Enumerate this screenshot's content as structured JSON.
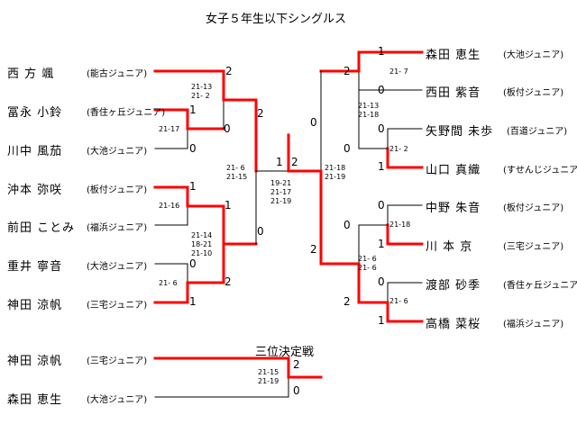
{
  "title": "女子５年生以下シングルス",
  "third_place_label": "三位決定戦",
  "left_players": [
    {
      "name": "西 方  颯",
      "team": "(能古ジュニア)"
    },
    {
      "name": "冨永 小鈴",
      "team": "(香住ヶ丘ジュニア)"
    },
    {
      "name": "川中 風茄",
      "team": "(大池ジュニア)"
    },
    {
      "name": "沖本 弥咲",
      "team": "(板付ジュニア)"
    },
    {
      "name": "前田 ことみ",
      "team": "(福浜ジュニア)"
    },
    {
      "name": "重井 寧音",
      "team": "(大池ジュニア)"
    },
    {
      "name": "神田 涼帆",
      "team": "(三宅ジュニア)"
    }
  ],
  "right_players": [
    {
      "name": "森田 恵生",
      "team": "(大池ジュニア)"
    },
    {
      "name": "西田 紫音",
      "team": "(板付ジュニア)"
    },
    {
      "name": "矢野間 未歩",
      "team": "(百道ジュニア)"
    },
    {
      "name": "山口 真織",
      "team": "(すせんじジュニア)"
    },
    {
      "name": "中野 朱音",
      "team": "(板付ジュニア)"
    },
    {
      "name": "川 本  京",
      "team": "(三宅ジュニア)"
    },
    {
      "name": "渡部 砂季",
      "team": "(香住ヶ丘ジュニア)"
    },
    {
      "name": "高橋 菜桜",
      "team": "(福浜ジュニア)"
    }
  ],
  "third_place_players": [
    {
      "name": "神田 涼帆",
      "team": "(三宅ジュニア)"
    },
    {
      "name": "森田 恵生",
      "team": "(大池ジュニア)"
    }
  ],
  "games_won": {
    "l_r1_a_top": "2",
    "l_r1_a_bot": "0",
    "l_r1_b_top": "1",
    "l_r1_b_bot": "0",
    "l_r1_c_top": "1",
    "l_r1_c_bot": "1",
    "l_r1_d_top": "0",
    "l_r1_d_bot": "2",
    "l_r1_e_bot": "1",
    "l_r2_a_top": "2",
    "l_r2_b_bot": "0",
    "final_left": "1",
    "final_right": "2",
    "r_r1_a_top": "1",
    "r_r1_a_bot": "0",
    "r_r1_b_top": "0",
    "r_r1_b_bot": "1",
    "r_r1_c_top": "0",
    "r_r1_c_bot": "1",
    "r_r1_d_top": "0",
    "r_r1_d_bot": "1",
    "r_r2_a_top": "2",
    "r_r2_a_bot": "0",
    "r_r2_b_top": "0",
    "r_r2_b_bot": "2",
    "r_sf_top": "0",
    "r_sf_bot": "2",
    "third_top": "2",
    "third_bot": "0"
  },
  "scores": {
    "l_a": "21-13\n21- 2",
    "l_b": "21-17",
    "l_c": "21-16",
    "l_d": "21-14\n18-21\n21-10",
    "l_e": "21- 6",
    "l_sf": "21- 6\n21-15",
    "final": "19-21\n21-17\n21-19",
    "r_a": "21- 7",
    "r_sf": "21-13\n21-18",
    "r_b": "21- 2",
    "r_semi": "21-18\n21-19",
    "r_c": "21-18",
    "r_d2": "21- 6\n21- 6",
    "r_d": "21- 6",
    "third": "21-15\n21-19"
  },
  "colors": {
    "win": "#ff0000",
    "loss": "#000000"
  }
}
